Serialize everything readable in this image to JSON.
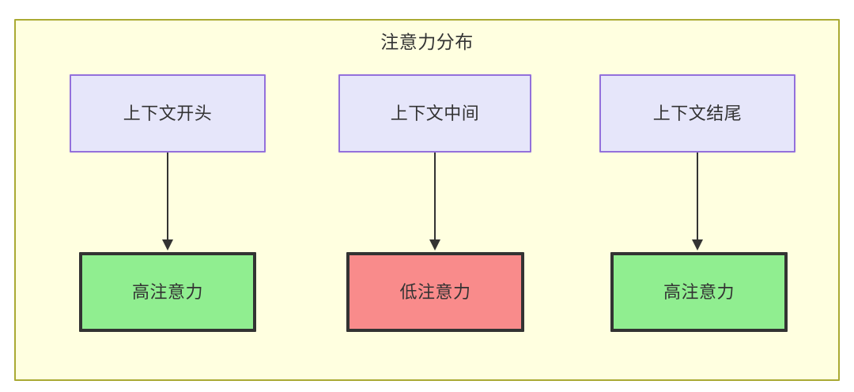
{
  "diagram": {
    "title": "注意力分布",
    "container": {
      "fill": "#ffffe0",
      "stroke": "#aaaa33"
    },
    "node_style": {
      "top_fill": "#e6e6fa",
      "top_stroke": "#9370db",
      "high_fill": "#90ee90",
      "low_fill": "#f98b8b",
      "bottom_stroke": "#333333",
      "text_color": "#333333"
    },
    "columns": [
      {
        "top_label": "上下文开头",
        "bottom_label": "高注意力",
        "bottom_state": "high",
        "arrow": "down-arrow-icon"
      },
      {
        "top_label": "上下文中间",
        "bottom_label": "低注意力",
        "bottom_state": "low",
        "arrow": "down-arrow-icon"
      },
      {
        "top_label": "上下文结尾",
        "bottom_label": "高注意力",
        "bottom_state": "high",
        "arrow": "down-arrow-icon"
      }
    ]
  }
}
